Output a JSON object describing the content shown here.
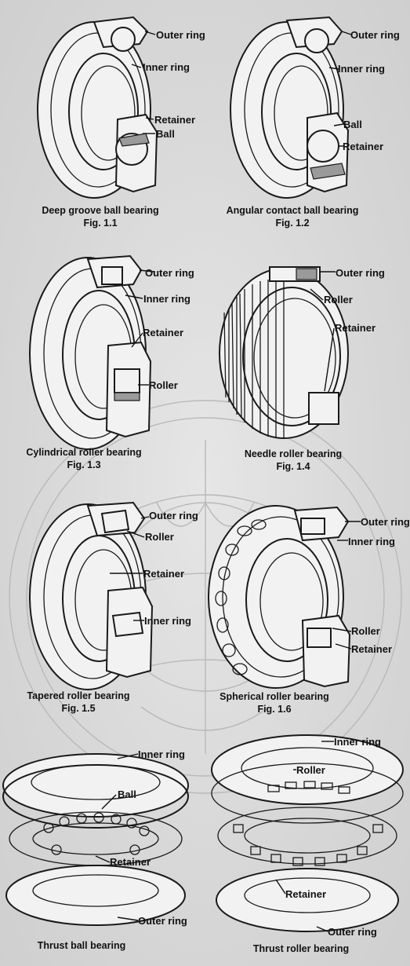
{
  "figures": [
    {
      "caption": "Deep groove ball bearing",
      "fig": "Fig. 1.1",
      "labels": [
        "Outer ring",
        "Inner ring",
        "Retainer",
        "Ball"
      ]
    },
    {
      "caption": "Angular contact ball bearing",
      "fig": "Fig. 1.2",
      "labels": [
        "Outer ring",
        "Inner ring",
        "Ball",
        "Retainer"
      ]
    },
    {
      "caption": "Cylindrical roller bearing",
      "fig": "Fig. 1.3",
      "labels": [
        "Outer ring",
        "Inner ring",
        "Retainer",
        "Roller"
      ]
    },
    {
      "caption": "Needle roller bearing",
      "fig": "Fig. 1.4",
      "labels": [
        "Outer ring",
        "Roller",
        "Retainer"
      ]
    },
    {
      "caption": "Tapered roller bearing",
      "fig": "Fig. 1.5",
      "labels": [
        "Outer ring",
        "Roller",
        "Retainer",
        "Inner ring"
      ]
    },
    {
      "caption": "Spherical roller bearing",
      "fig": "Fig. 1.6",
      "labels": [
        "Outer ring",
        "Inner ring",
        "Roller",
        "Retainer"
      ]
    },
    {
      "caption": "Thrust ball bearing",
      "fig": "",
      "labels": [
        "Inner ring",
        "Ball",
        "Retainer",
        "Outer ring"
      ]
    },
    {
      "caption": "Thrust roller bearing",
      "fig": "",
      "labels": [
        "Inner ring",
        "Roller",
        "Retainer",
        "Outer ring"
      ]
    }
  ]
}
